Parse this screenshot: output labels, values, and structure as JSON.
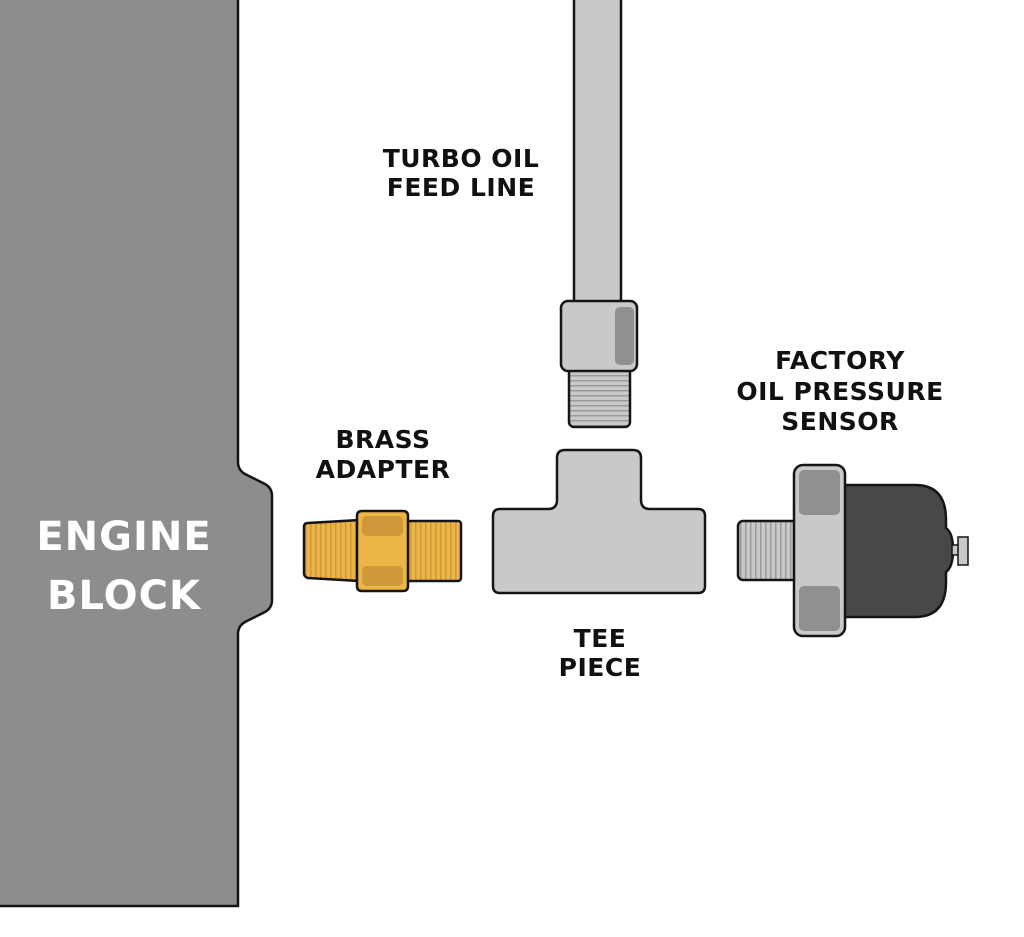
{
  "labels": {
    "engine_block": [
      "ENGINE",
      "BLOCK"
    ],
    "turbo_feed": [
      "TURBO OIL",
      "FEED LINE"
    ],
    "brass_adapter": [
      "BRASS",
      "ADAPTER"
    ],
    "tee_piece": [
      "TEE",
      "PIECE"
    ],
    "sensor": [
      "FACTORY",
      "OIL PRESSURE",
      "SENSOR"
    ]
  },
  "colors": {
    "engine": "#8c8d8c",
    "steel": "#c9c9c9",
    "steel_dark": "#8f908f",
    "brass": "#ebb548",
    "brass_dark": "#cf9838",
    "sensor_body": "#474948",
    "outline": "#151515"
  }
}
